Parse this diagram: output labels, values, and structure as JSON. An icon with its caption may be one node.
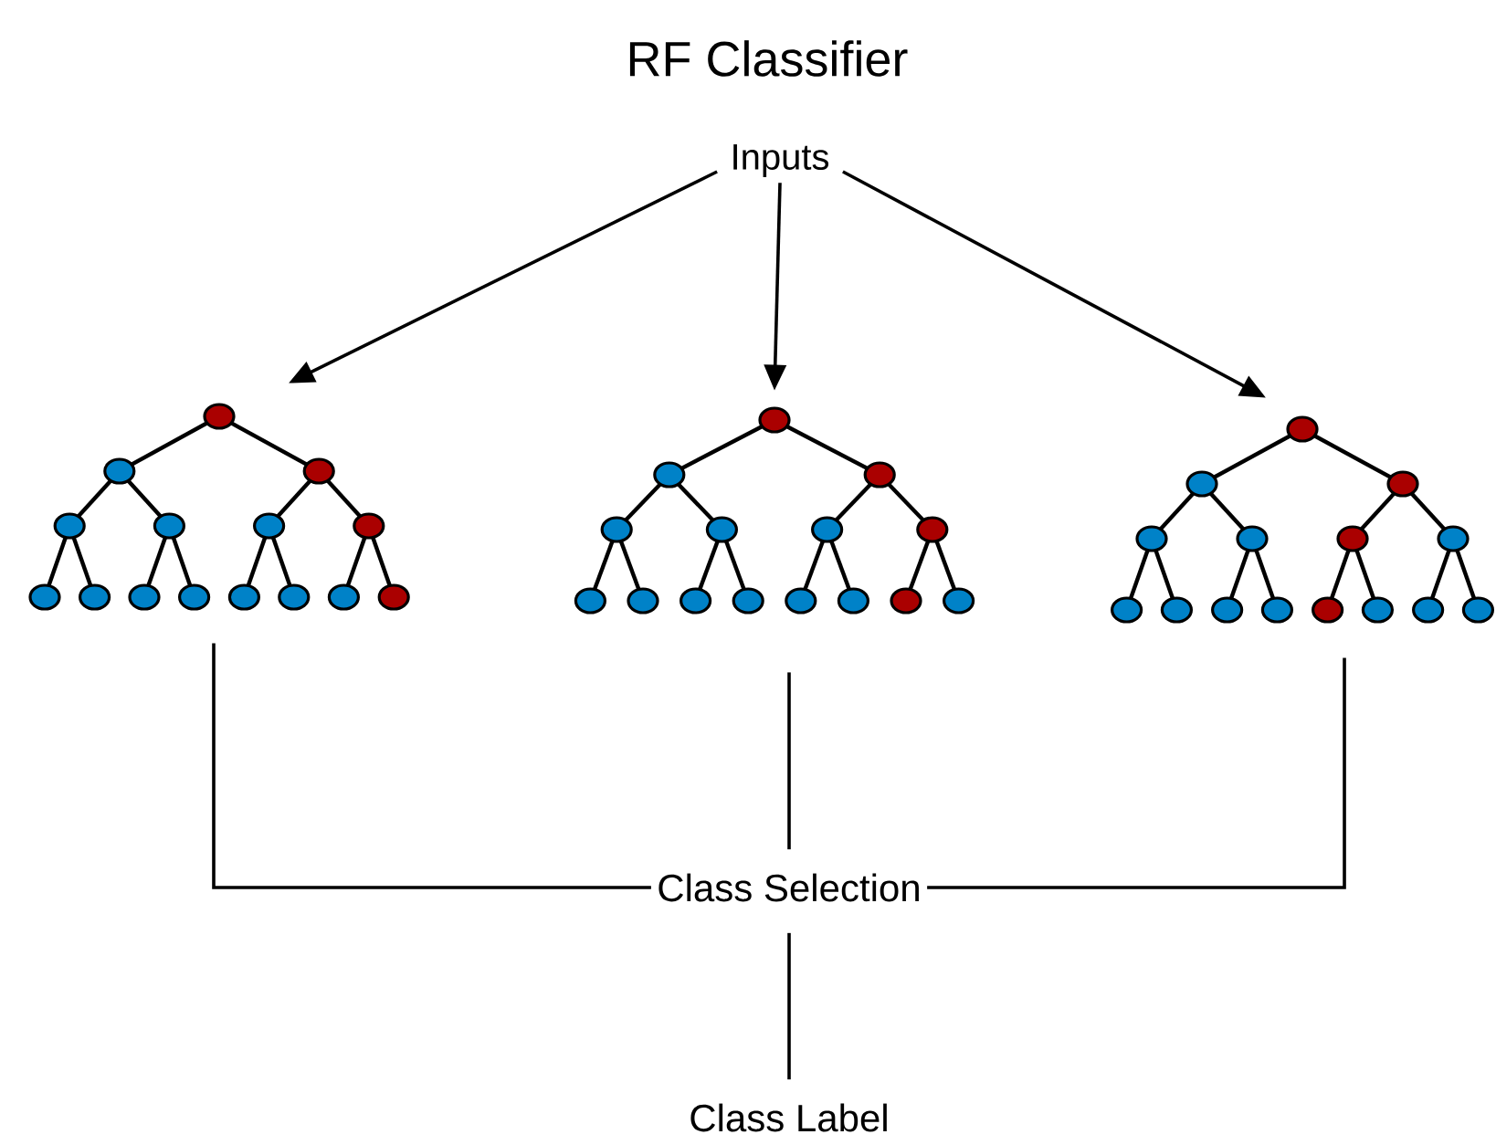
{
  "diagram": {
    "title": "RF Classifier",
    "nodes": [
      {
        "text": [
          "Inputs"
        ]
      },
      {
        "text": [],
        "shape": "picture"
      },
      {
        "text": [],
        "shape": "picture"
      },
      {
        "text": [],
        "shape": "picture"
      },
      {
        "text": [
          "Class Selection"
        ]
      },
      {
        "text": [
          "Class Label"
        ]
      }
    ],
    "edges": [
      {
        "from": 0,
        "to": 1,
        "arrow": "to"
      },
      {
        "from": 0,
        "to": 2,
        "arrow": "to"
      },
      {
        "from": 0,
        "to": 3,
        "arrow": "to"
      },
      {
        "from": 1,
        "to": 4,
        "arrow": "none"
      },
      {
        "from": 2,
        "to": 4,
        "arrow": "none"
      },
      {
        "from": 3,
        "to": 4,
        "arrow": "none"
      },
      {
        "from": 4,
        "to": 5,
        "arrow": "none"
      }
    ]
  }
}
